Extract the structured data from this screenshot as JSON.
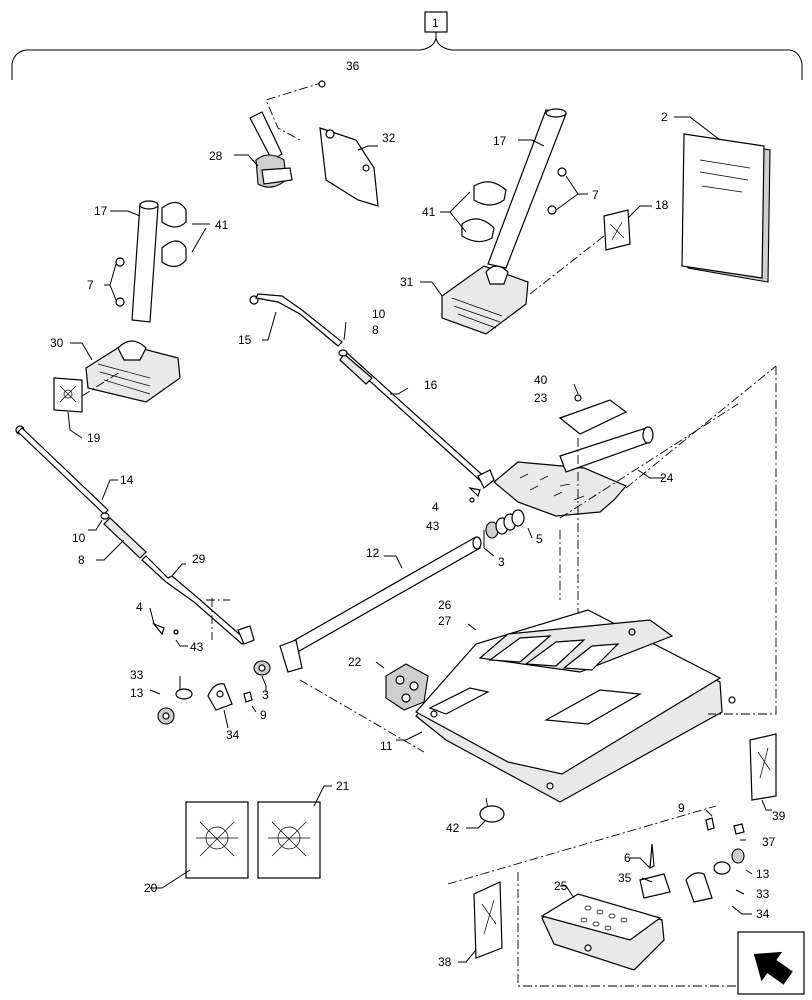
{
  "diagram": {
    "top_callout": "1",
    "callouts": [
      {
        "id": "c36",
        "text": "36"
      },
      {
        "id": "c32",
        "text": "32"
      },
      {
        "id": "c28",
        "text": "28"
      },
      {
        "id": "c17a",
        "text": "17"
      },
      {
        "id": "c41a",
        "text": "41"
      },
      {
        "id": "c7a",
        "text": "7"
      },
      {
        "id": "c30",
        "text": "30"
      },
      {
        "id": "c19",
        "text": "19"
      },
      {
        "id": "c17b",
        "text": "17"
      },
      {
        "id": "c7b",
        "text": "7"
      },
      {
        "id": "c41b",
        "text": "41"
      },
      {
        "id": "c18",
        "text": "18"
      },
      {
        "id": "c31",
        "text": "31"
      },
      {
        "id": "c2",
        "text": "2"
      },
      {
        "id": "c15",
        "text": "15"
      },
      {
        "id": "c10a",
        "text": "10"
      },
      {
        "id": "c8a",
        "text": "8"
      },
      {
        "id": "c16",
        "text": "16"
      },
      {
        "id": "c40",
        "text": "40"
      },
      {
        "id": "c23",
        "text": "23"
      },
      {
        "id": "c24",
        "text": "24"
      },
      {
        "id": "c14",
        "text": "14"
      },
      {
        "id": "c10b",
        "text": "10"
      },
      {
        "id": "c8b",
        "text": "8"
      },
      {
        "id": "c4a",
        "text": "4"
      },
      {
        "id": "c43a",
        "text": "43"
      },
      {
        "id": "c5",
        "text": "5"
      },
      {
        "id": "c3a",
        "text": "3"
      },
      {
        "id": "c12",
        "text": "12"
      },
      {
        "id": "c29",
        "text": "29"
      },
      {
        "id": "c4b",
        "text": "4"
      },
      {
        "id": "c43b",
        "text": "43"
      },
      {
        "id": "c26",
        "text": "26"
      },
      {
        "id": "c27",
        "text": "27"
      },
      {
        "id": "c22",
        "text": "22"
      },
      {
        "id": "c33a",
        "text": "33"
      },
      {
        "id": "c13a",
        "text": "13"
      },
      {
        "id": "c3b",
        "text": "3"
      },
      {
        "id": "c9a",
        "text": "9"
      },
      {
        "id": "c34a",
        "text": "34"
      },
      {
        "id": "c11",
        "text": "11"
      },
      {
        "id": "c21",
        "text": "21"
      },
      {
        "id": "c39",
        "text": "39"
      },
      {
        "id": "c20",
        "text": "20"
      },
      {
        "id": "c42",
        "text": "42"
      },
      {
        "id": "c9b",
        "text": "9"
      },
      {
        "id": "c37",
        "text": "37"
      },
      {
        "id": "c6",
        "text": "6"
      },
      {
        "id": "c13b",
        "text": "13"
      },
      {
        "id": "c35",
        "text": "35"
      },
      {
        "id": "c33b",
        "text": "33"
      },
      {
        "id": "c25",
        "text": "25"
      },
      {
        "id": "c34b",
        "text": "34"
      },
      {
        "id": "c38",
        "text": "38"
      }
    ],
    "nav_icon": "next-page-arrow-icon"
  }
}
